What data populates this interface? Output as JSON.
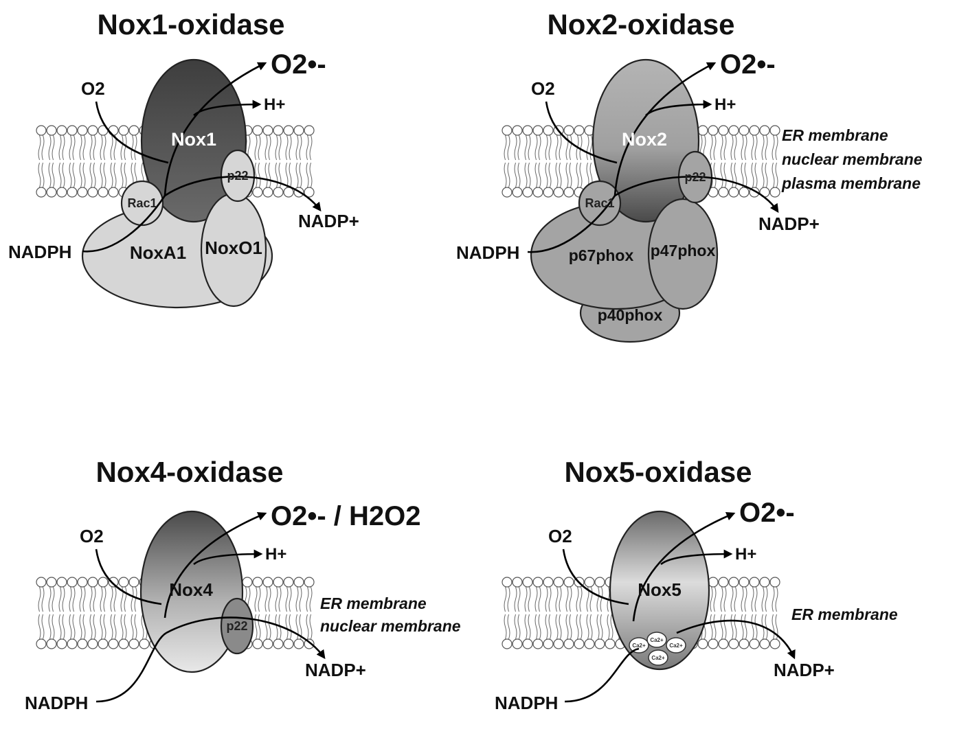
{
  "panels": {
    "nox1": {
      "title": "Nox1-oxidase",
      "o2_in": "O2",
      "o2_out": "O2•-",
      "h_plus": "H+",
      "enzyme": "Nox1",
      "p22": "p22",
      "rac1": "Rac1",
      "noxa1": "NoxA1",
      "noxo1": "NoxO1",
      "nadph": "NADPH",
      "nadp": "NADP+"
    },
    "nox2": {
      "title": "Nox2-oxidase",
      "o2_in": "O2",
      "o2_out": "O2•-",
      "h_plus": "H+",
      "enzyme": "Nox2",
      "p22": "p22",
      "rac1": "Rac1",
      "p67": "p67phox",
      "p47": "p47phox",
      "p40": "p40phox",
      "nadph": "NADPH",
      "nadp": "NADP+",
      "locations": [
        "ER membrane",
        "nuclear membrane",
        "plasma membrane"
      ]
    },
    "nox4": {
      "title": "Nox4-oxidase",
      "o2_in": "O2",
      "o2_out": "O2•- / H2O2",
      "h_plus": "H+",
      "enzyme": "Nox4",
      "p22": "p22",
      "nadph": "NADPH",
      "nadp": "NADP+",
      "locations": [
        "ER membrane",
        "nuclear membrane"
      ]
    },
    "nox5": {
      "title": "Nox5-oxidase",
      "o2_in": "O2",
      "o2_out": "O2•-",
      "h_plus": "H+",
      "enzyme": "Nox5",
      "calcium": "Ca2+",
      "nadph": "NADPH",
      "nadp": "NADP+",
      "locations": [
        "ER membrane"
      ]
    }
  },
  "colors": {
    "nox1_enzyme": "#5a5a5a",
    "nox2_enzyme": "#a8a8a8",
    "nox4_enzyme": "#8a8a8a",
    "nox5_enzyme": "#c4c4c4",
    "subunit_light": "#d6d6d6",
    "subunit_mid": "#a4a4a4",
    "membrane_head": "#ffffff"
  }
}
